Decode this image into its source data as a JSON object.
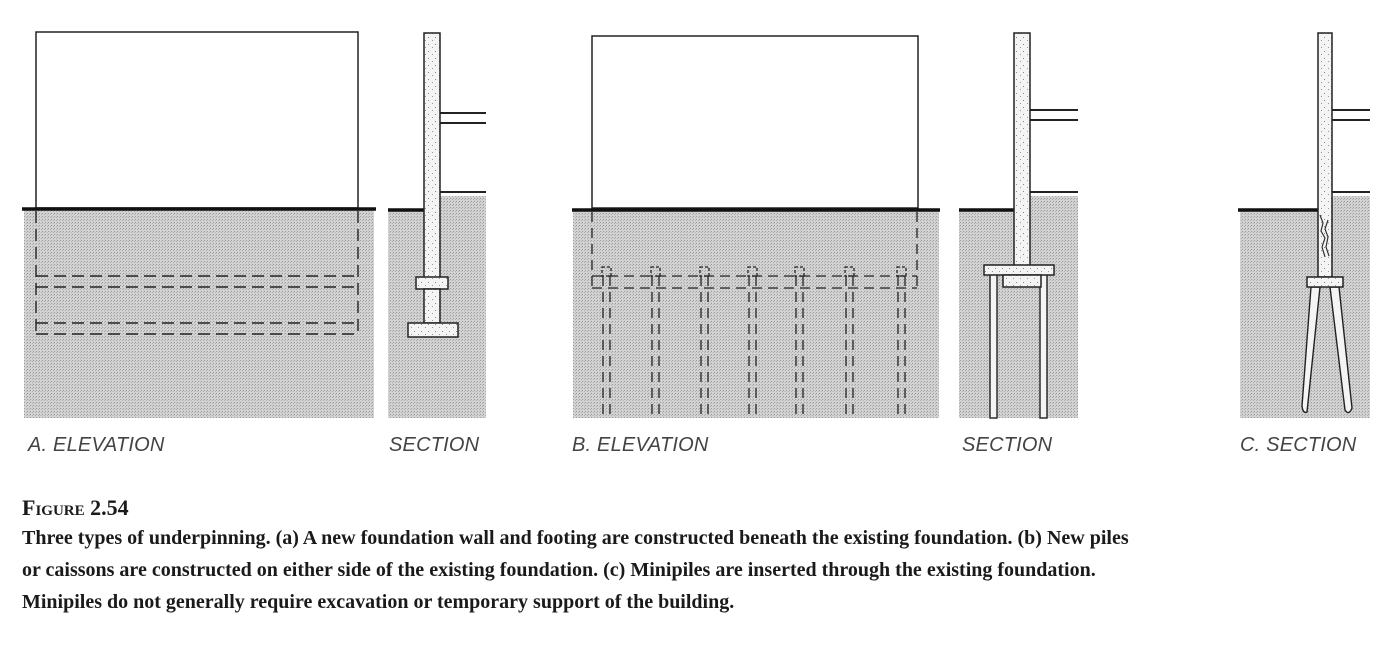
{
  "labels": {
    "a_elevation": "A. ELEVATION",
    "a_section": "SECTION",
    "b_elevation": "B. ELEVATION",
    "b_section": "SECTION",
    "c_section": "C. SECTION"
  },
  "figure": {
    "title": "Figure 2.54",
    "caption_intro": "Three types of underpinning. ",
    "marker_a": "(a)",
    "text_a": " A new foundation wall and footing are constructed beneath the existing foundation. ",
    "marker_b": "(b)",
    "text_b": " New piles or caissons are constructed on either side of the existing foundation. ",
    "marker_c": "(c)",
    "text_c": " Minipiles are inserted through the existing foundation. Minipiles do not generally require excavation or temporary support of the building."
  },
  "colors": {
    "soil": "#c9c9c9",
    "ink": "#1a1a1a",
    "concrete": "#f4f4f4"
  }
}
